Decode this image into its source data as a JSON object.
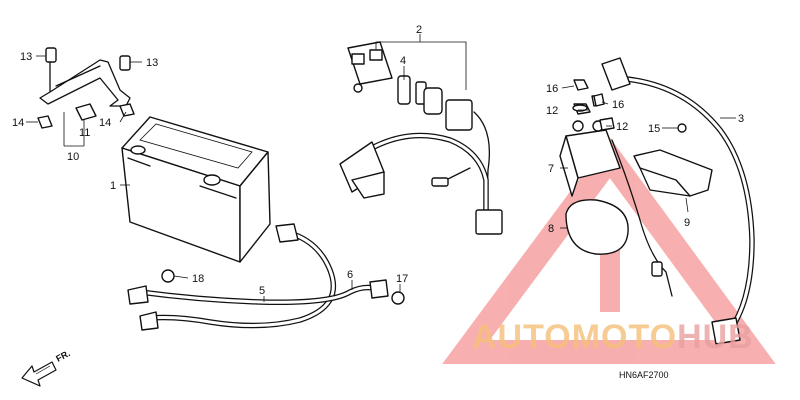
{
  "diagram": {
    "part_callouts": [
      "1",
      "2",
      "3",
      "4",
      "5",
      "6",
      "7",
      "8",
      "9",
      "10",
      "11",
      "12",
      "12",
      "13",
      "13",
      "14",
      "14",
      "15",
      "16",
      "16",
      "17",
      "18"
    ],
    "diagram_code": "HN6AF2700",
    "direction_label": "FR."
  },
  "watermark": {
    "brand_part1": "AUTOMOTO",
    "brand_part2": "HUB",
    "color_part1": "#f6c07a",
    "color_part2": "#e9a0a0",
    "triangle_color": "#f26d6d"
  }
}
